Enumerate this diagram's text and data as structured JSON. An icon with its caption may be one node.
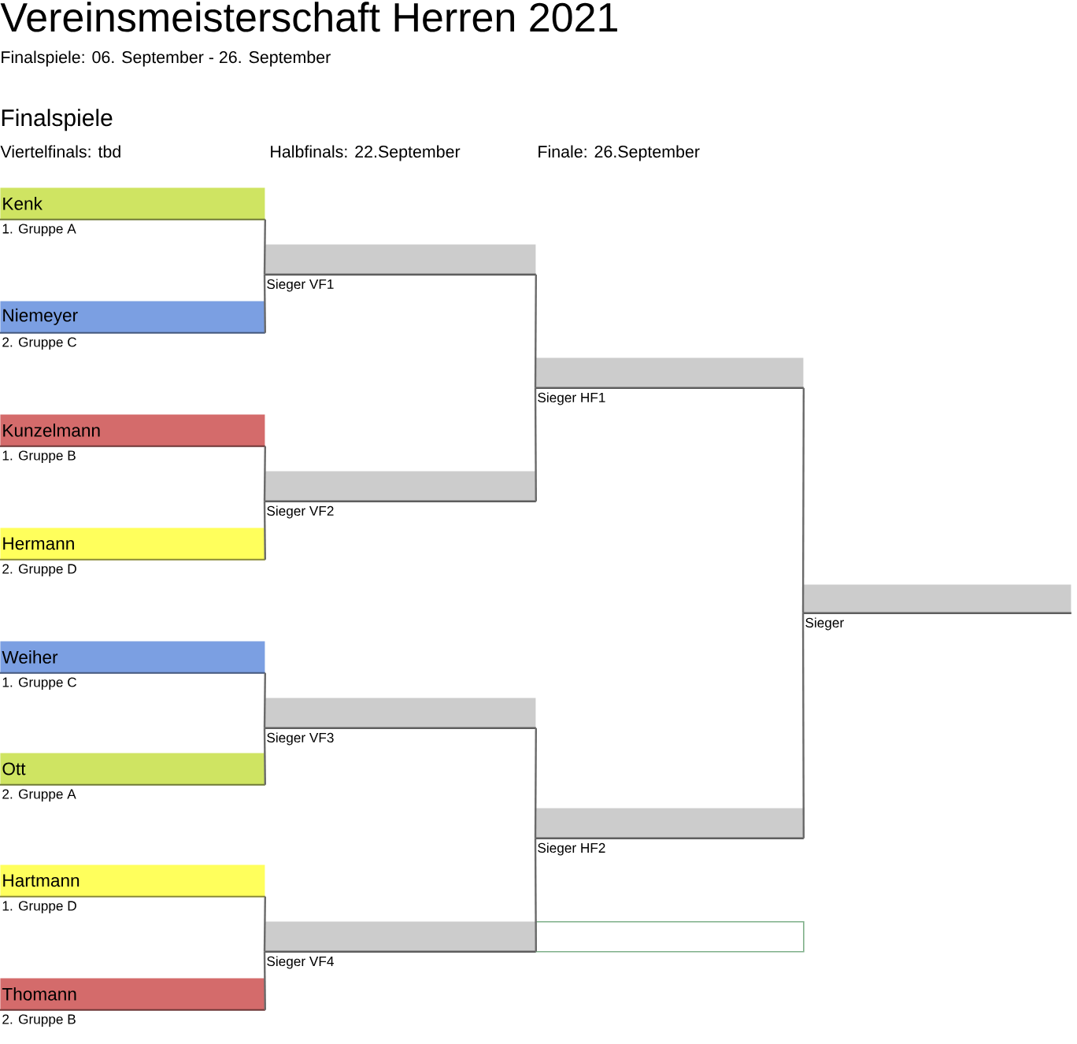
{
  "diagram": {
    "title": "Vereinsmeisterschaft Herren 2021",
    "nodes": [
      {
        "text": [
          "Kenk"
        ],
        "beside": [
          "1. Gruppe A"
        ]
      },
      {
        "text": [
          "Niemeyer"
        ],
        "beside": [
          "2. Gruppe C"
        ]
      },
      {
        "text": [
          "Kunzelmann"
        ],
        "beside": [
          "1. Gruppe B"
        ]
      },
      {
        "text": [
          "Hermann"
        ],
        "beside": [
          "2. Gruppe D"
        ]
      },
      {
        "text": [
          "Weiher"
        ],
        "beside": [
          "1. Gruppe C"
        ]
      },
      {
        "text": [
          "Ott"
        ],
        "beside": [
          "2. Gruppe A"
        ]
      },
      {
        "text": [
          "Hartmann"
        ],
        "beside": [
          "1. Gruppe D"
        ]
      },
      {
        "text": [
          "Thomann"
        ],
        "beside": [
          "2. Gruppe B"
        ]
      },
      {
        "text": [],
        "shape": "bar",
        "beside": [
          "Sieger VF1"
        ]
      },
      {
        "text": [],
        "shape": "bar",
        "beside": [
          "Sieger VF2"
        ]
      },
      {
        "text": [],
        "shape": "bar",
        "beside": [
          "Sieger VF3"
        ]
      },
      {
        "text": [],
        "shape": "bar",
        "beside": [
          "Sieger VF4"
        ]
      },
      {
        "text": [],
        "shape": "bar",
        "beside": [
          "Sieger HF1"
        ]
      },
      {
        "text": [],
        "shape": "bar",
        "beside": [
          "Sieger HF2"
        ]
      },
      {
        "text": [],
        "shape": "bar",
        "beside": [
          "Sieger"
        ]
      },
      {
        "text": [],
        "shape": "box"
      }
    ],
    "edges": [
      {
        "from": 0,
        "to": 8,
        "arrow": "none"
      },
      {
        "from": 1,
        "to": 8,
        "arrow": "none"
      },
      {
        "from": 2,
        "to": 9,
        "arrow": "none"
      },
      {
        "from": 3,
        "to": 9,
        "arrow": "none"
      },
      {
        "from": 4,
        "to": 10,
        "arrow": "none"
      },
      {
        "from": 5,
        "to": 10,
        "arrow": "none"
      },
      {
        "from": 6,
        "to": 11,
        "arrow": "none"
      },
      {
        "from": 7,
        "to": 11,
        "arrow": "none"
      },
      {
        "from": 8,
        "to": 12,
        "arrow": "none"
      },
      {
        "from": 9,
        "to": 12,
        "arrow": "none"
      },
      {
        "from": 10,
        "to": 13,
        "arrow": "none"
      },
      {
        "from": 11,
        "to": 13,
        "arrow": "none"
      },
      {
        "from": 12,
        "to": 14,
        "arrow": "none"
      },
      {
        "from": 13,
        "to": 14,
        "arrow": "none"
      }
    ],
    "labels": [
      "Finalspiele: 06. September - 26. September",
      "Finalspiele",
      "Viertelfinals: tbd",
      "Halbfinals: 22.September",
      "Finale: 26.September"
    ]
  }
}
